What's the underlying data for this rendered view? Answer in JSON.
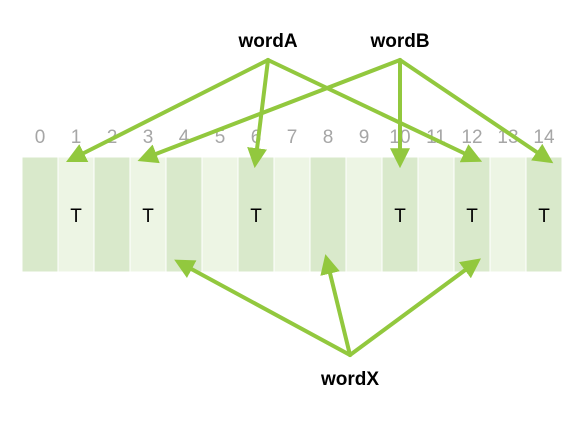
{
  "labels": {
    "word_a": "wordA",
    "word_b": "wordB",
    "word_x": "wordX"
  },
  "cells": [
    {
      "index": "0",
      "mark": "",
      "shade": "dark"
    },
    {
      "index": "1",
      "mark": "T",
      "shade": "light"
    },
    {
      "index": "2",
      "mark": "",
      "shade": "dark"
    },
    {
      "index": "3",
      "mark": "T",
      "shade": "light"
    },
    {
      "index": "4",
      "mark": "",
      "shade": "dark"
    },
    {
      "index": "5",
      "mark": "",
      "shade": "light"
    },
    {
      "index": "6",
      "mark": "T",
      "shade": "dark"
    },
    {
      "index": "7",
      "mark": "",
      "shade": "light"
    },
    {
      "index": "8",
      "mark": "",
      "shade": "dark"
    },
    {
      "index": "9",
      "mark": "",
      "shade": "light"
    },
    {
      "index": "10",
      "mark": "T",
      "shade": "dark"
    },
    {
      "index": "11",
      "mark": "",
      "shade": "light"
    },
    {
      "index": "12",
      "mark": "T",
      "shade": "dark"
    },
    {
      "index": "13",
      "mark": "",
      "shade": "light"
    },
    {
      "index": "14",
      "mark": "T",
      "shade": "dark"
    }
  ],
  "links": {
    "word_a": [
      1,
      6,
      12
    ],
    "word_b": [
      3,
      10,
      14
    ],
    "word_x": [
      4,
      8,
      12
    ]
  },
  "colors": {
    "arrow": "#92c83e",
    "cell_dark": "#d9e9cb",
    "cell_light": "#edf5e4",
    "cell_border": "#ffffff",
    "index_text": "#a6a6a6",
    "mark_text": "#000000"
  }
}
